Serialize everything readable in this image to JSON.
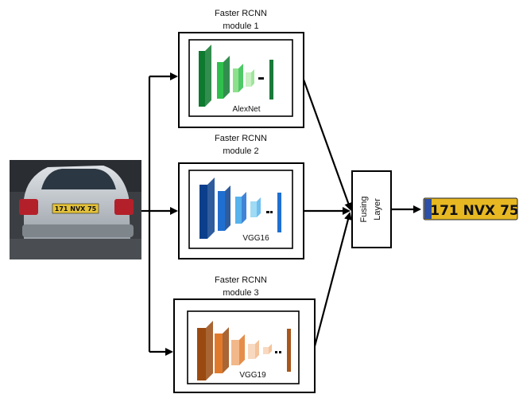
{
  "modules": [
    {
      "title_line1": "Faster RCNN",
      "title_line2": "module 1",
      "network": "AlexNet",
      "palette": [
        "#0e7a2f",
        "#2fbf4c",
        "#8fe08c",
        "#c8f0c2",
        "#1a7a3a"
      ]
    },
    {
      "title_line1": "Faster RCNN",
      "title_line2": "module 2",
      "network": "VGG16",
      "palette": [
        "#0b3f8c",
        "#1f6fd1",
        "#56b3ec",
        "#9fdbf4",
        "#1f6fd1"
      ]
    },
    {
      "title_line1": "Faster RCNN",
      "title_line2": "module 3",
      "network": "VGG19",
      "palette": [
        "#9a4a10",
        "#e07a2a",
        "#f2b88a",
        "#f8d9c0",
        "#a8561b"
      ]
    }
  ],
  "fusing": {
    "line1": "Fusing",
    "line2": "Layer"
  },
  "car_photo": {
    "plate_text": "171 NVX 75"
  },
  "output_plate": {
    "text": "171 NVX 75",
    "bg_color": "#e7b822",
    "band_color": "#2c4fa8"
  }
}
